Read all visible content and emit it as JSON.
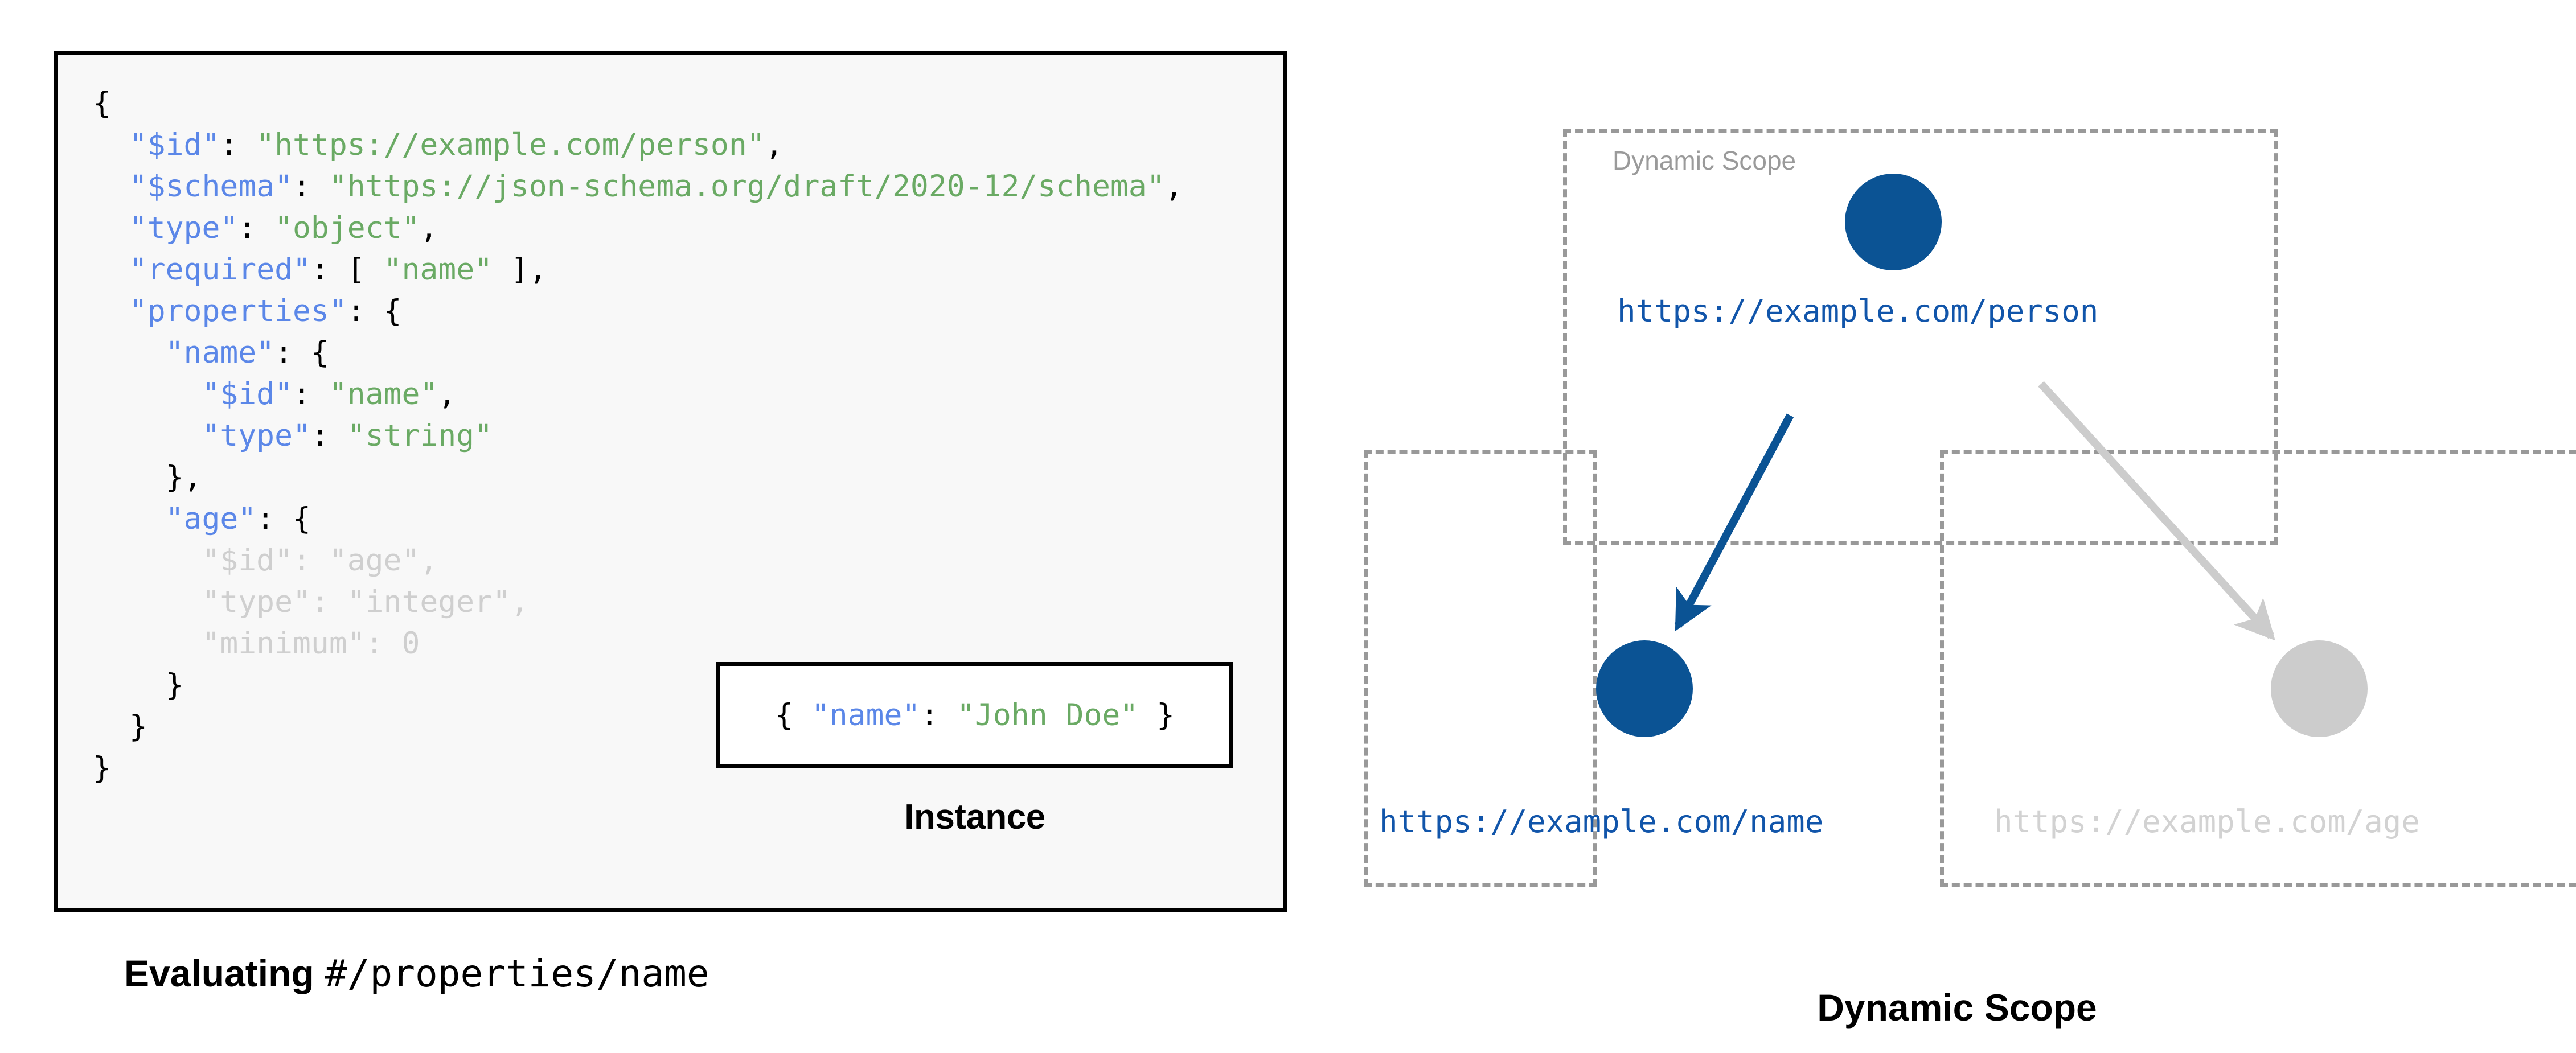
{
  "schema_panel": {
    "background": "#f8f8f8",
    "border_color": "#000000",
    "code_lines": [
      {
        "dim": false,
        "parts": [
          {
            "t": "{",
            "c": "punct"
          }
        ]
      },
      {
        "dim": false,
        "parts": [
          {
            "t": "  ",
            "c": "punct"
          },
          {
            "t": "\"$id\"",
            "c": "key"
          },
          {
            "t": ": ",
            "c": "punct"
          },
          {
            "t": "\"https://example.com/person\"",
            "c": "str"
          },
          {
            "t": ",",
            "c": "punct"
          }
        ]
      },
      {
        "dim": false,
        "parts": [
          {
            "t": "  ",
            "c": "punct"
          },
          {
            "t": "\"$schema\"",
            "c": "key"
          },
          {
            "t": ": ",
            "c": "punct"
          },
          {
            "t": "\"https://json-schema.org/draft/2020-12/schema\"",
            "c": "str"
          },
          {
            "t": ",",
            "c": "punct"
          }
        ]
      },
      {
        "dim": false,
        "parts": [
          {
            "t": "  ",
            "c": "punct"
          },
          {
            "t": "\"type\"",
            "c": "key"
          },
          {
            "t": ": ",
            "c": "punct"
          },
          {
            "t": "\"object\"",
            "c": "str"
          },
          {
            "t": ",",
            "c": "punct"
          }
        ]
      },
      {
        "dim": false,
        "parts": [
          {
            "t": "  ",
            "c": "punct"
          },
          {
            "t": "\"required\"",
            "c": "key"
          },
          {
            "t": ": [ ",
            "c": "punct"
          },
          {
            "t": "\"name\"",
            "c": "str"
          },
          {
            "t": " ],",
            "c": "punct"
          }
        ]
      },
      {
        "dim": false,
        "parts": [
          {
            "t": "  ",
            "c": "punct"
          },
          {
            "t": "\"properties\"",
            "c": "key"
          },
          {
            "t": ": {",
            "c": "punct"
          }
        ]
      },
      {
        "dim": false,
        "parts": [
          {
            "t": "    ",
            "c": "punct"
          },
          {
            "t": "\"name\"",
            "c": "key"
          },
          {
            "t": ": {",
            "c": "punct"
          }
        ]
      },
      {
        "dim": false,
        "parts": [
          {
            "t": "      ",
            "c": "punct"
          },
          {
            "t": "\"$id\"",
            "c": "key"
          },
          {
            "t": ": ",
            "c": "punct"
          },
          {
            "t": "\"name\"",
            "c": "str"
          },
          {
            "t": ",",
            "c": "punct"
          }
        ]
      },
      {
        "dim": false,
        "parts": [
          {
            "t": "      ",
            "c": "punct"
          },
          {
            "t": "\"type\"",
            "c": "key"
          },
          {
            "t": ": ",
            "c": "punct"
          },
          {
            "t": "\"string\"",
            "c": "str"
          }
        ]
      },
      {
        "dim": false,
        "parts": [
          {
            "t": "    },",
            "c": "punct"
          }
        ]
      },
      {
        "dim": false,
        "parts": [
          {
            "t": "    ",
            "c": "punct"
          },
          {
            "t": "\"age\"",
            "c": "key"
          },
          {
            "t": ": {",
            "c": "punct"
          }
        ]
      },
      {
        "dim": true,
        "parts": [
          {
            "t": "      ",
            "c": "punct"
          },
          {
            "t": "\"$id\"",
            "c": "key"
          },
          {
            "t": ": ",
            "c": "punct"
          },
          {
            "t": "\"age\"",
            "c": "str"
          },
          {
            "t": ",",
            "c": "punct"
          }
        ]
      },
      {
        "dim": true,
        "parts": [
          {
            "t": "      ",
            "c": "punct"
          },
          {
            "t": "\"type\"",
            "c": "key"
          },
          {
            "t": ": ",
            "c": "punct"
          },
          {
            "t": "\"integer\"",
            "c": "str"
          },
          {
            "t": ",",
            "c": "punct"
          }
        ]
      },
      {
        "dim": true,
        "parts": [
          {
            "t": "      ",
            "c": "punct"
          },
          {
            "t": "\"minimum\"",
            "c": "key"
          },
          {
            "t": ": ",
            "c": "punct"
          },
          {
            "t": "0",
            "c": "num"
          }
        ]
      },
      {
        "dim": false,
        "parts": [
          {
            "t": "    }",
            "c": "punct"
          }
        ]
      },
      {
        "dim": false,
        "parts": [
          {
            "t": "  }",
            "c": "punct"
          }
        ]
      },
      {
        "dim": false,
        "parts": [
          {
            "t": "}",
            "c": "punct"
          }
        ]
      }
    ]
  },
  "instance": {
    "code_parts": [
      {
        "t": "{ ",
        "c": "punct"
      },
      {
        "t": "\"name\"",
        "c": "key"
      },
      {
        "t": ": ",
        "c": "punct"
      },
      {
        "t": "\"John Doe\"",
        "c": "str"
      },
      {
        "t": " }",
        "c": "punct"
      }
    ],
    "code_text": "{ \"name\": \"John Doe\" }",
    "caption": "Instance"
  },
  "left_caption": {
    "bold_text": "Evaluating ",
    "mono_text": "#/properties/name"
  },
  "diagram": {
    "caption": "Dynamic Scope",
    "scope_label": "Dynamic Scope",
    "nodes": [
      {
        "id": "person",
        "uri": "https://example.com/person",
        "color": "#0b5394",
        "active": true
      },
      {
        "id": "name",
        "uri": "https://example.com/name",
        "color": "#0b5394",
        "active": true
      },
      {
        "id": "age",
        "uri": "https://example.com/age",
        "color": "#cccccc",
        "active": false
      }
    ],
    "edges": [
      {
        "from": "person",
        "to": "name",
        "color": "#0b5394",
        "active": true
      },
      {
        "from": "person",
        "to": "age",
        "color": "#cccccc",
        "active": false
      }
    ],
    "colors": {
      "active_node": "#0b5394",
      "inactive_node": "#cccccc",
      "active_label": "#1155aa",
      "inactive_label": "#d2d2d2",
      "scope_border": "#999999",
      "scope_label": "#9a9a9a"
    }
  },
  "syntax_colors": {
    "key": "#5b87e8",
    "string": "#6aaa64",
    "punct": "#000000",
    "dim": "#cfcfcf"
  }
}
